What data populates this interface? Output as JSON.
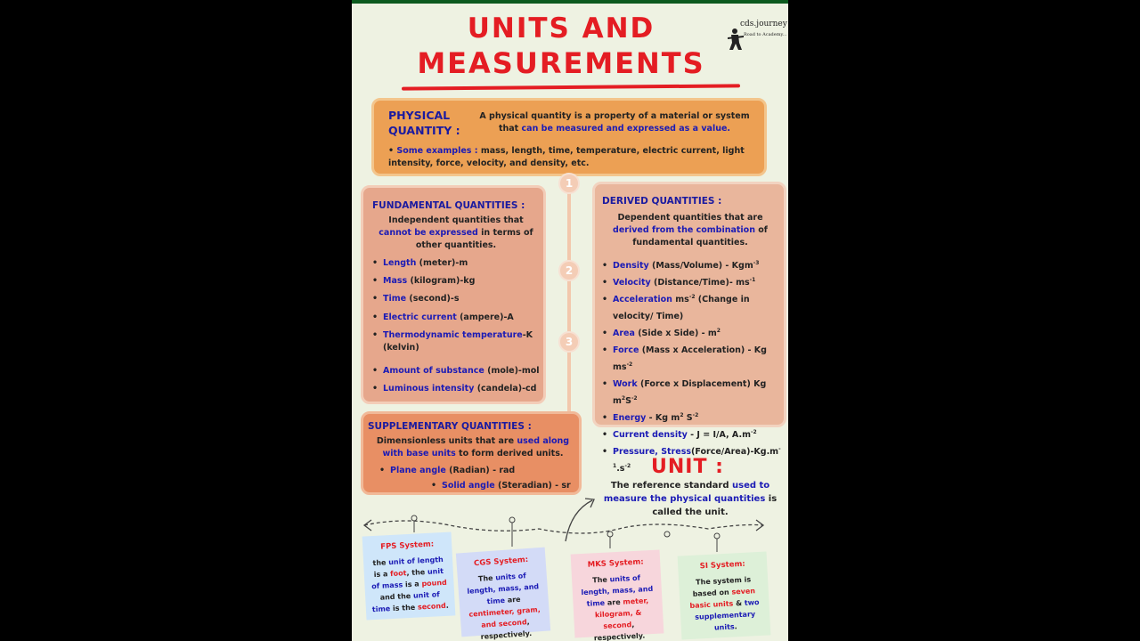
{
  "title": {
    "line1": "UNITS AND",
    "line2": "MEASUREMENTS"
  },
  "brand": {
    "name": "cds.journey",
    "tagline": "Road to Academy..."
  },
  "physical_quantity": {
    "title": "PHYSICAL QUANTITY :",
    "def_part1": "A physical quantity is a property of a material or system that",
    "def_part2": "can be measured and expressed as a value.",
    "examples_label": "Some examples :",
    "examples_text": "mass, length, time, temperature, electric current, light intensity, force, velocity, and density, etc."
  },
  "steps": [
    "1",
    "2",
    "3"
  ],
  "fundamental": {
    "title": "FUNDAMENTAL QUANTITIES :",
    "desc_a": "Independent quantities that",
    "desc_b": "cannot be expressed",
    "desc_c": "in terms of other quantities.",
    "items": [
      {
        "name": "Length",
        "rest": " (meter)-m"
      },
      {
        "name": "Mass",
        "rest": " (kilogram)-kg"
      },
      {
        "name": "Time",
        "rest": " (second)-s"
      },
      {
        "name": "Electric current",
        "rest": " (ampere)-A"
      },
      {
        "name": "Thermodynamic temperature",
        "rest": "-K (kelvin)"
      },
      {
        "name": "Amount of substance",
        "rest": " (mole)-mol"
      },
      {
        "name": "Luminous intensity",
        "rest": " (candela)-cd"
      }
    ]
  },
  "derived": {
    "title": "DERIVED QUANTITIES :",
    "desc_a": "Dependent quantities that are",
    "desc_b": "derived from the combination",
    "desc_c": "of fundamental quantities.",
    "items": [
      {
        "name": "Density",
        "rest": " (Mass/Volume) - Kgm",
        "sup": "-3",
        "tail": ""
      },
      {
        "name": "Velocity",
        "rest": " (Distance/Time)- ms",
        "sup": "-1",
        "tail": ""
      },
      {
        "name": "Acceleration",
        "rest": " ms",
        "sup": "-2",
        "tail": " (Change in velocity/ Time)"
      },
      {
        "name": "Area",
        "rest": " (Side x Side) - m",
        "sup": "2",
        "tail": ""
      },
      {
        "name": "Force",
        "rest": " (Mass x Acceleration) - Kg ms",
        "sup": "-2",
        "tail": ""
      },
      {
        "name": "Work",
        "rest": " (Force x Displacement) Kg m",
        "sup": "2",
        "tail": "S",
        "sup2": "-2"
      },
      {
        "name": "Energy",
        "rest": " - Kg m",
        "sup": "2",
        "tail": " S",
        "sup2": "-2"
      },
      {
        "name": "Current density",
        "rest": " - J = I/A, A.m",
        "sup": "-2",
        "tail": ""
      },
      {
        "name": "Pressure, Stress",
        "rest": "(Force/Area)-Kg.m",
        "sup": "-1",
        "tail": ".s",
        "sup2": "-2"
      }
    ]
  },
  "supplementary": {
    "title": "SUPPLEMENTARY QUANTITIES :",
    "desc_a": "Dimensionless units that are",
    "desc_b": "used along with base units",
    "desc_c": "to form derived units.",
    "items": [
      {
        "name": "Plane angle",
        "rest": " (Radian) - rad"
      },
      {
        "name": "Solid angle",
        "rest": " (Steradian) - sr"
      }
    ]
  },
  "unit": {
    "title": "UNIT :",
    "desc_a": "The reference standard",
    "desc_b": "used to measure the physical quantities",
    "desc_c": "is called the unit."
  },
  "systems": [
    {
      "title": "FPS System:",
      "parts": [
        "the ",
        "unit of length",
        " is a ",
        "foot",
        ", the ",
        "unit of mass",
        " is a ",
        "pound",
        " and the ",
        "unit of time",
        " is the ",
        "second",
        "."
      ]
    },
    {
      "title": "CGS System:",
      "parts": [
        "The ",
        "units of length, mass, and time",
        " are ",
        "centimeter, gram, and second",
        ", respectively."
      ]
    },
    {
      "title": "MKS System:",
      "parts": [
        "The ",
        "units of length, mass, and time",
        " are ",
        "meter, kilogram, & second",
        ", respectively."
      ]
    },
    {
      "title": "SI System:",
      "parts": [
        "The system is based on ",
        "seven basic units",
        " & ",
        "two supplementary units",
        "."
      ]
    }
  ],
  "colors": {
    "title_red": "#e41d23",
    "accent_blue": "#1b1bb5",
    "orange": "#eca054"
  }
}
